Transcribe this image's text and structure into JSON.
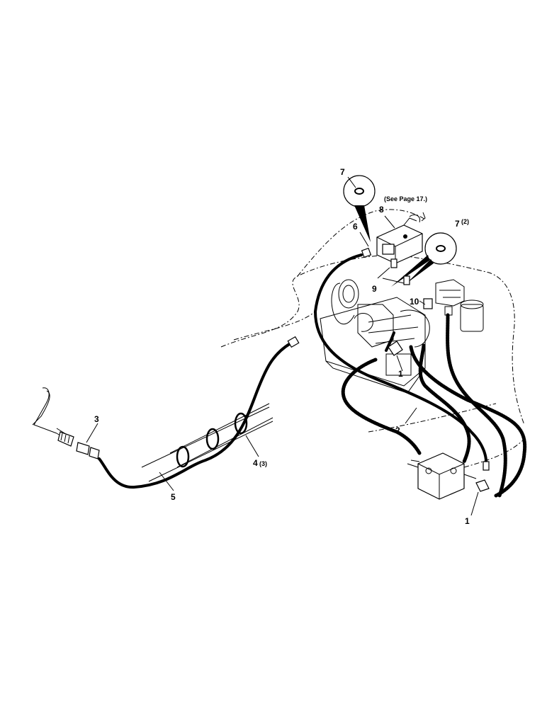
{
  "callouts": {
    "c1_upper": "1",
    "c1_lower": "1",
    "c2": "2",
    "c3": "3",
    "c4": "4",
    "c4_qty": "(3)",
    "c5": "5",
    "c6": "6",
    "c7_left": "7",
    "c7_right": "7",
    "c7_qty": "(2)",
    "c8": "8",
    "c9": "9",
    "c10": "10"
  },
  "note": "(See Page 17.)",
  "colors": {
    "ink": "#000000",
    "paper": "#ffffff"
  }
}
